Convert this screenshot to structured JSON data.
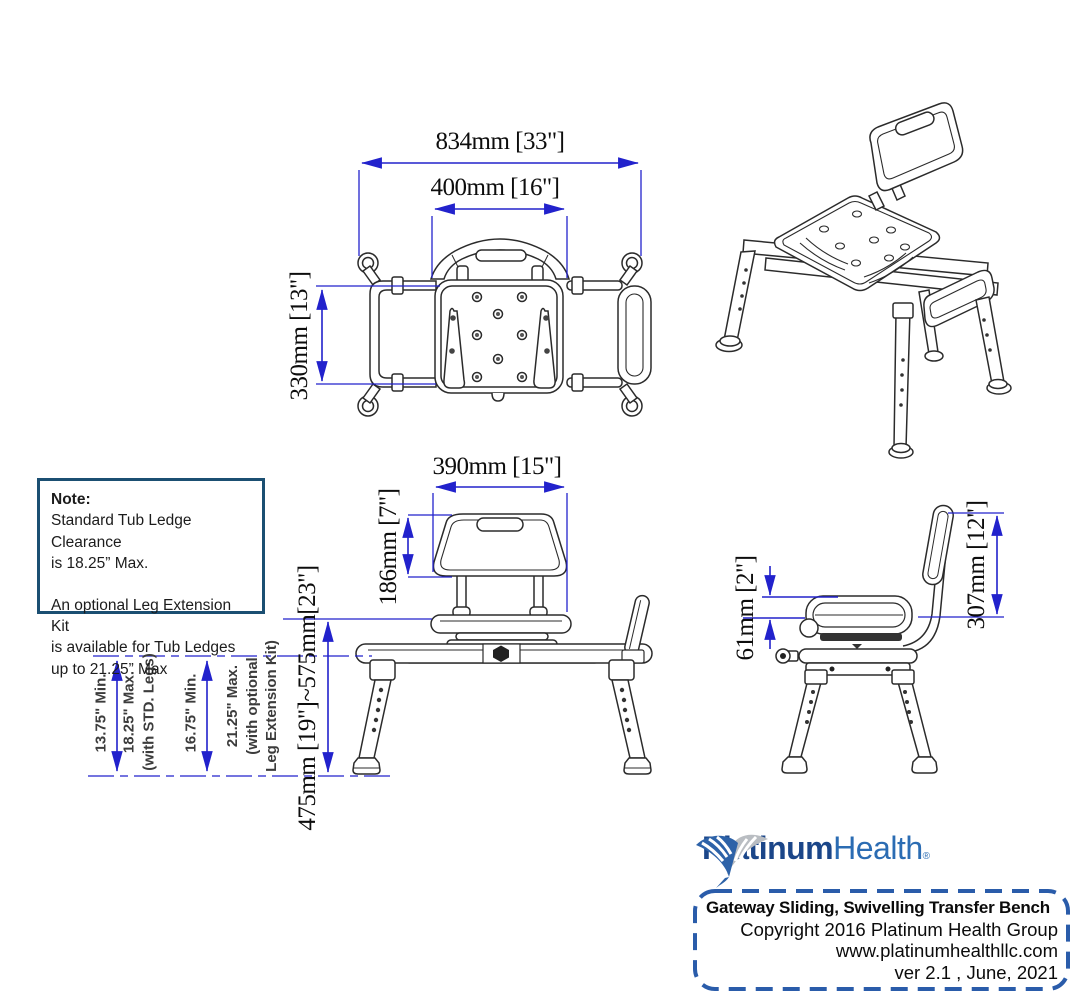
{
  "colors": {
    "dimension_blue": "#2222cc",
    "drawing_line": "#2b2b2b",
    "note_border": "#1b4f72",
    "info_border": "#2a5caa",
    "logo_dark_blue": "#1b4689",
    "logo_light_blue": "#2b6cb3",
    "wing_silver": "#b9bdc2"
  },
  "dims": {
    "overall_length": "834mm [33\"]",
    "backrest_width_top": "400mm [16\"]",
    "seat_depth": "330mm [13\"]",
    "backrest_width_front": "390mm [15\"]",
    "backrest_height": "186mm [7\"]",
    "seat_height_range": "475mm [19\"]~575mm[23\"]",
    "seat_to_rail": "61mm [2\"]",
    "seat_to_backrest_top": "307mm [12\"]"
  },
  "clearance": {
    "std_min": "13.75\" Min.",
    "std_max": "18.25\" Max.",
    "std_max_note": "(with STD. Legs)",
    "ext_min": "16.75\" Min.",
    "ext_max": "21.25\" Max.",
    "ext_max_note1": "(with optional",
    "ext_max_note2": "Leg Extension Kit)"
  },
  "note": {
    "title": "Note:",
    "line1": "Standard Tub Ledge Clearance",
    "line2": "is 18.25” Max.",
    "line3": "An optional Leg Extension Kit",
    "line4": "is available for Tub Ledges",
    "line5": "up to 21.25” Max"
  },
  "logo": {
    "brand_bold": "Platinum",
    "brand_light": "Health",
    "registered": "®"
  },
  "info": {
    "product": "Gateway Sliding, Swivelling Transfer Bench",
    "copyright": "Copyright 2016 Platinum Health Group",
    "website": "www.platinumhealthllc.com",
    "version": "ver 2.1 , June, 2021"
  }
}
